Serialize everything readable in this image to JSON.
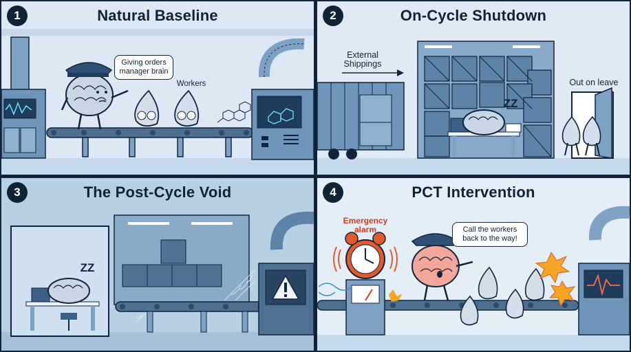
{
  "panels": [
    {
      "number": "1",
      "title": "Natural Baseline",
      "speech": "Giving orders manager brain",
      "workers_label": "Workers"
    },
    {
      "number": "2",
      "title": "On-Cycle Shutdown",
      "shipping_label": "External Shippings",
      "leave_label": "Out on leave",
      "sleep_text": "ZZ"
    },
    {
      "number": "3",
      "title": "The Post-Cycle Void",
      "sleep_text": "ZZ"
    },
    {
      "number": "4",
      "title": "PCT Intervention",
      "alarm_label": "Emergency alarm",
      "speech": "Call the workers back to the way!"
    }
  ],
  "colors": {
    "ink": "#0f2236",
    "brain": "#c9d6e4",
    "brain_active": "#f2a79a",
    "alarm": "#e05a2b",
    "machine": "#5e83a8"
  }
}
